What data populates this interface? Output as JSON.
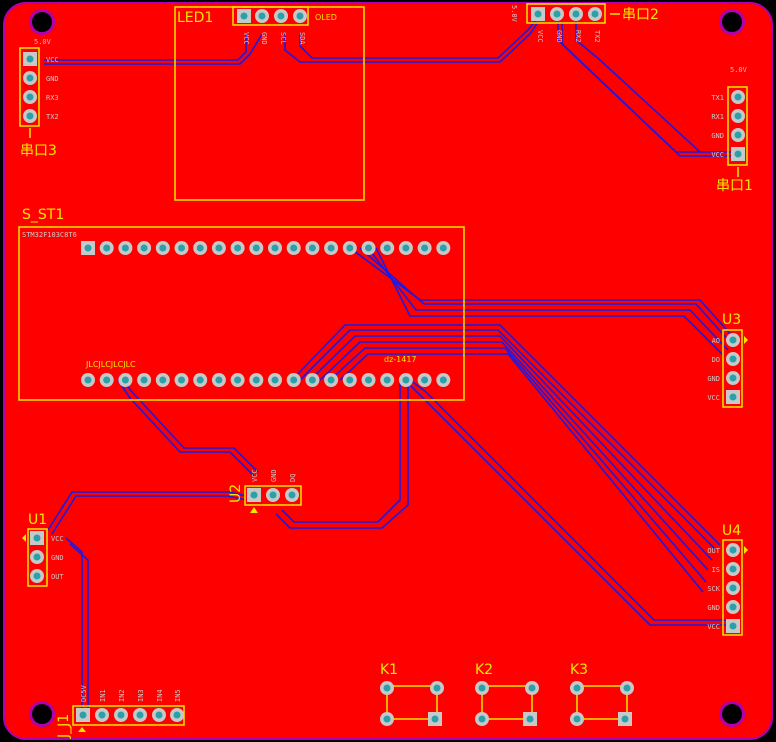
{
  "board": {
    "background": "#ff0000",
    "outline": "#b000b0",
    "trace": "#1a1ae6",
    "silkscreen": "#f2e600"
  },
  "components": {
    "led1": {
      "ref": "LED1",
      "value": "OLED",
      "pins": [
        "VCC",
        "GND",
        "SCL",
        "SDA"
      ]
    },
    "uart2": {
      "ref": "串口2",
      "value": "5.0V",
      "pins": [
        "VCC",
        "GND",
        "RX2",
        "TX2"
      ]
    },
    "uart3": {
      "ref": "串口3",
      "value": "5.0V",
      "pins": [
        "VCC",
        "GND",
        "RX3",
        "TX2"
      ]
    },
    "uart1": {
      "ref": "串口1",
      "value": "5.0V",
      "pins": [
        "TX1",
        "RX1",
        "GND",
        "VCC"
      ]
    },
    "s_st1": {
      "ref": "S_ST1",
      "value": "dz-1417",
      "silk_text": "JLCJLCJLCJLC",
      "top_text": "STM32F103C8T6"
    },
    "u3": {
      "ref": "U3",
      "pins": [
        "AO",
        "DO",
        "GND",
        "VCC"
      ]
    },
    "u4": {
      "ref": "U4",
      "pins": [
        "OUT",
        "IS",
        "SCK",
        "GND",
        "VCC"
      ]
    },
    "u2": {
      "ref": "U2",
      "pins": [
        "VCC",
        "GND",
        "DQ"
      ]
    },
    "u1": {
      "ref": "U1",
      "pins": [
        "VCC",
        "GND",
        "OUT"
      ]
    },
    "j_j1": {
      "ref": "J_J1",
      "pins": [
        "DC5V",
        "IN1",
        "IN2",
        "IN3",
        "IN4",
        "IN5"
      ]
    },
    "k1": {
      "ref": "K1"
    },
    "k2": {
      "ref": "K2"
    },
    "k3": {
      "ref": "K3"
    }
  }
}
